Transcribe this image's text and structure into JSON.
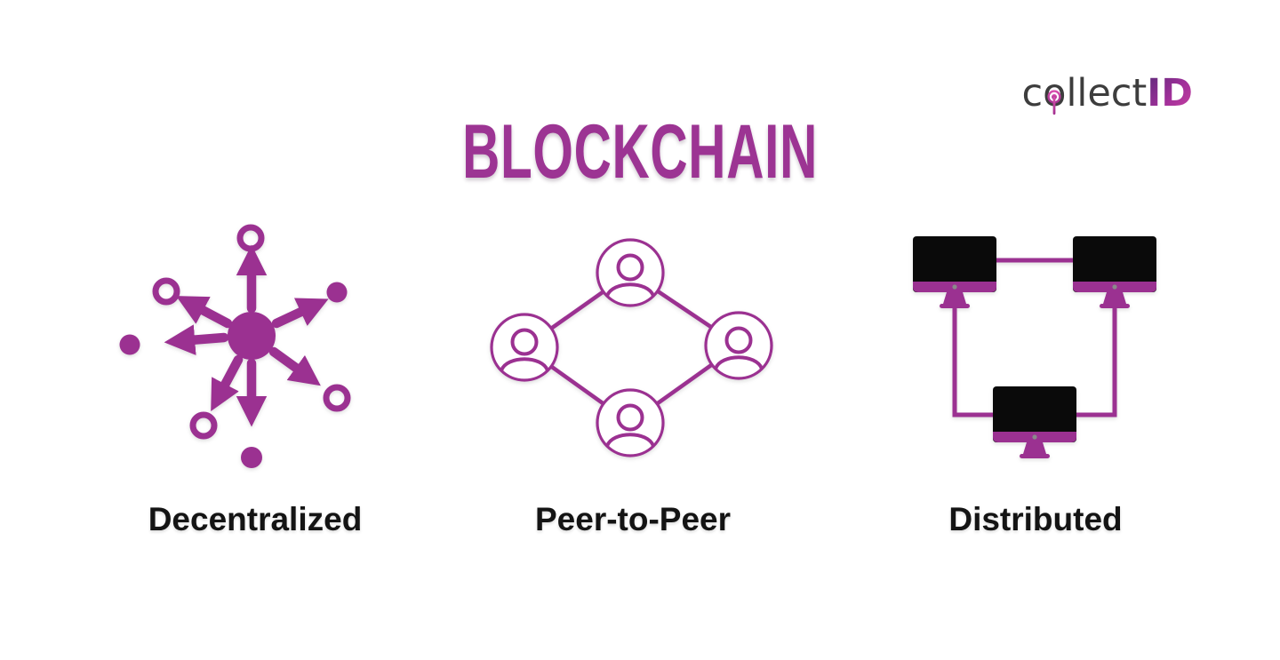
{
  "title": "BLOCKCHAIN",
  "logo": {
    "prefix": "c",
    "o": "o",
    "middle": "llect",
    "suffix": "ID",
    "pin_icon": "rfid-pin-icon"
  },
  "sections": [
    {
      "label": "Decentralized",
      "icon": "decentralized-network-icon"
    },
    {
      "label": "Peer-to-Peer",
      "icon": "peer-to-peer-users-icon"
    },
    {
      "label": "Distributed",
      "icon": "distributed-computers-icon"
    }
  ],
  "colors": {
    "accent": "#9b3191",
    "title": "#9c3493",
    "label": "#141414",
    "logo-text": "#3d3d3d",
    "logo-id-start": "#5e2a7a",
    "logo-id-end": "#c73fa0",
    "monitor-screen": "#0a0a0a",
    "camera-dot": "#8a8a8a",
    "background": "#ffffff"
  }
}
